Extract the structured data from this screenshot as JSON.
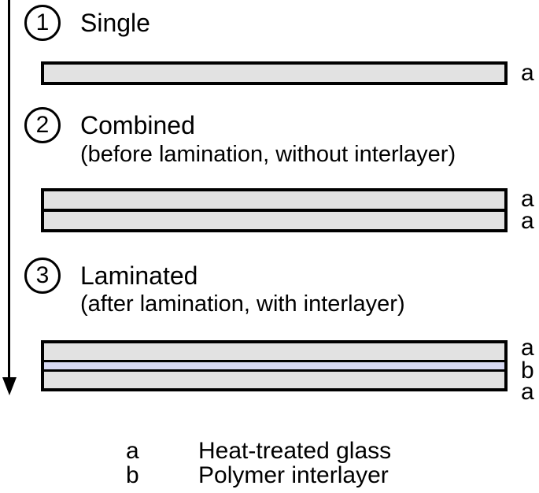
{
  "sections": [
    {
      "number": "1",
      "title": "Single",
      "layer_labels": [
        "a"
      ]
    },
    {
      "number": "2",
      "title": "Combined",
      "subtitle": "(before lamination, without interlayer)",
      "layer_labels": [
        "a",
        "a"
      ]
    },
    {
      "number": "3",
      "title": "Laminated",
      "subtitle": "(after lamination, with interlayer)",
      "layer_labels": [
        "a",
        "b",
        "a"
      ]
    }
  ],
  "legend": {
    "items": [
      {
        "key": "a",
        "label": "Heat-treated glass"
      },
      {
        "key": "b",
        "label": "Polymer interlayer"
      }
    ]
  },
  "colors": {
    "glass_fill": "#e2e2e2",
    "interlayer_fill": "#d6d8f2",
    "outline": "#000000",
    "background": "#ffffff"
  }
}
